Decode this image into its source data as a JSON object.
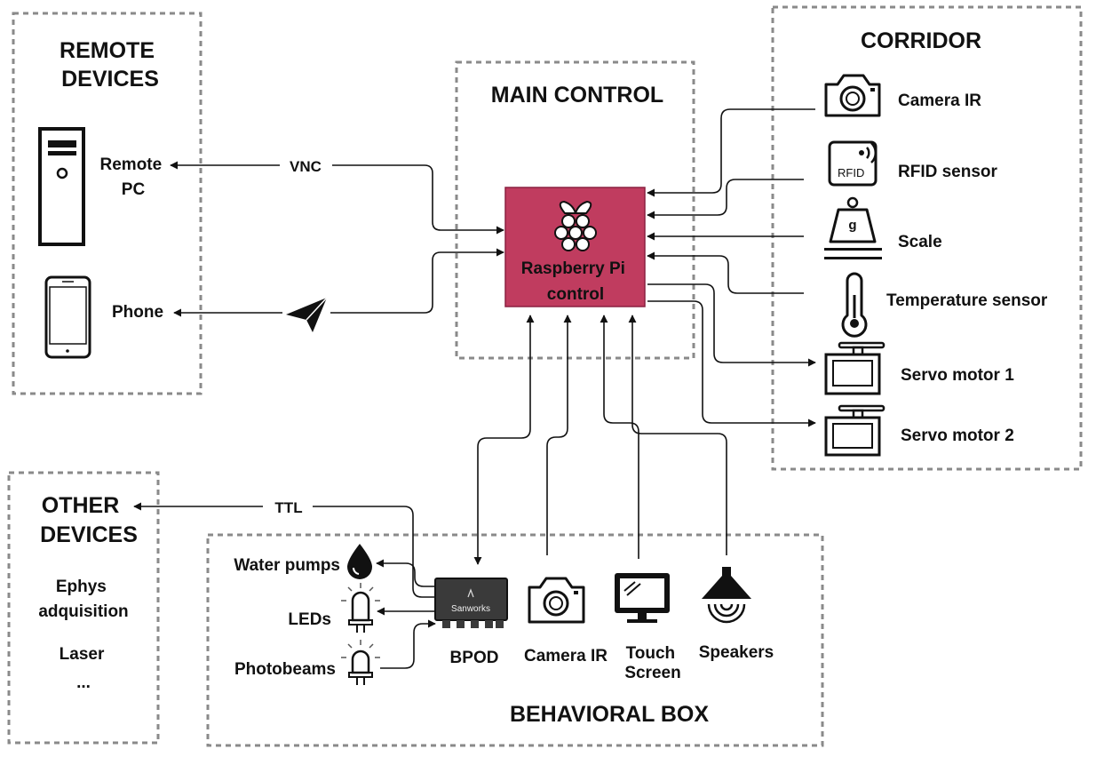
{
  "groups": {
    "remote": [
      "REMOTE",
      "DEVICES"
    ],
    "main": "MAIN CONTROL",
    "corridor": "CORRIDOR",
    "other": [
      "OTHER",
      "DEVICES"
    ],
    "behavioral": "BEHAVIORAL BOX"
  },
  "remote_devices": {
    "pc": [
      "Remote",
      "PC"
    ],
    "phone": "Phone"
  },
  "connections": {
    "vnc": "VNC",
    "ttl": "TTL"
  },
  "controller": {
    "lines": [
      "Raspberry Pi",
      "control"
    ],
    "fill": "#c03c5f",
    "stroke": "#8a2040"
  },
  "corridor_devices": {
    "camera": "Camera IR",
    "rfid": "RFID sensor",
    "rfid_tag": "RFID",
    "scale": "Scale",
    "scale_unit": "g",
    "temperature": "Temperature sensor",
    "servo1": "Servo motor 1",
    "servo2": "Servo motor 2"
  },
  "other_devices": {
    "ephys": [
      "Ephys",
      "adquisition"
    ],
    "laser": "Laser",
    "more": "..."
  },
  "behavioral_devices": {
    "water": "Water pumps",
    "leds": "LEDs",
    "photobeams": "Photobeams",
    "bpod": "BPOD",
    "bpod_brand": "Sanworks",
    "camera": "Camera IR",
    "touch": [
      "Touch",
      "Screen"
    ],
    "speakers": "Speakers"
  }
}
